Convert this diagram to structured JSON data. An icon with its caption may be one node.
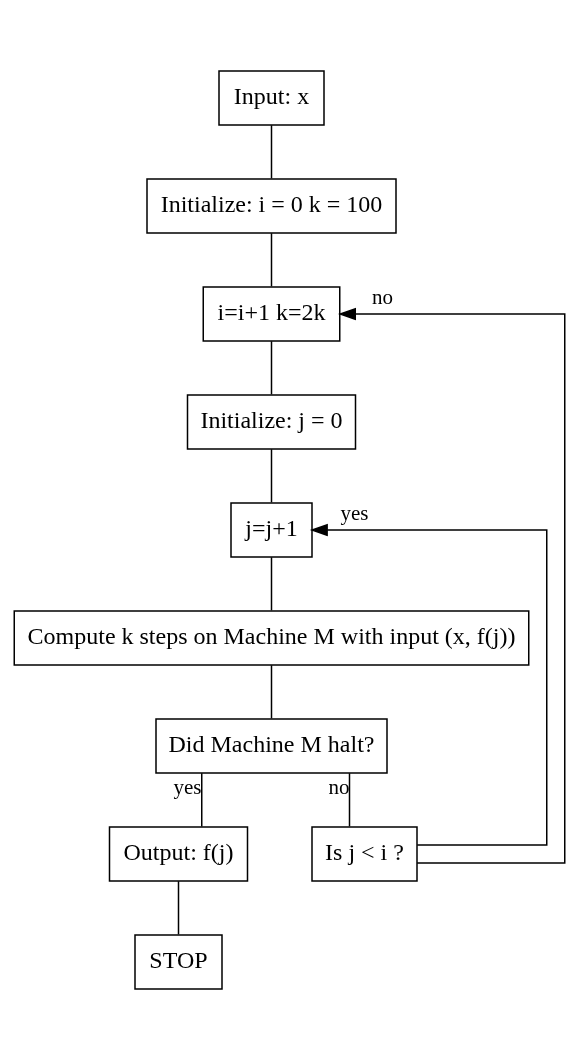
{
  "diagram": {
    "nodes": [
      {
        "text": [
          "Input: x"
        ]
      },
      {
        "text": [
          "Initialize: i = 0 k = 100"
        ]
      },
      {
        "text": [
          "i=i+1 k=2k"
        ]
      },
      {
        "text": [
          "Initialize: j = 0"
        ]
      },
      {
        "text": [
          "j=j+1"
        ]
      },
      {
        "text": [
          "Compute k steps on Machine M with input (x, f(j))"
        ]
      },
      {
        "text": [
          "Did Machine M halt?"
        ]
      },
      {
        "text": [
          "Output: f(j)"
        ]
      },
      {
        "text": [
          "Is j < i ?"
        ]
      },
      {
        "text": [
          "STOP"
        ]
      }
    ],
    "edges": [
      {
        "from": 0,
        "to": 1,
        "arrow": "none"
      },
      {
        "from": 1,
        "to": 2,
        "arrow": "none"
      },
      {
        "from": 2,
        "to": 3,
        "arrow": "none"
      },
      {
        "from": 3,
        "to": 4,
        "arrow": "none"
      },
      {
        "from": 4,
        "to": 5,
        "arrow": "none"
      },
      {
        "from": 5,
        "to": 6,
        "arrow": "none"
      },
      {
        "from": 6,
        "to": 7,
        "arrow": "none",
        "label": "yes"
      },
      {
        "from": 6,
        "to": 8,
        "arrow": "none",
        "label": "no"
      },
      {
        "from": 7,
        "to": 9,
        "arrow": "none"
      },
      {
        "from": 8,
        "to": 2,
        "arrow": "to",
        "label": "no"
      },
      {
        "from": 8,
        "to": 4,
        "arrow": "to",
        "label": "yes"
      }
    ]
  }
}
